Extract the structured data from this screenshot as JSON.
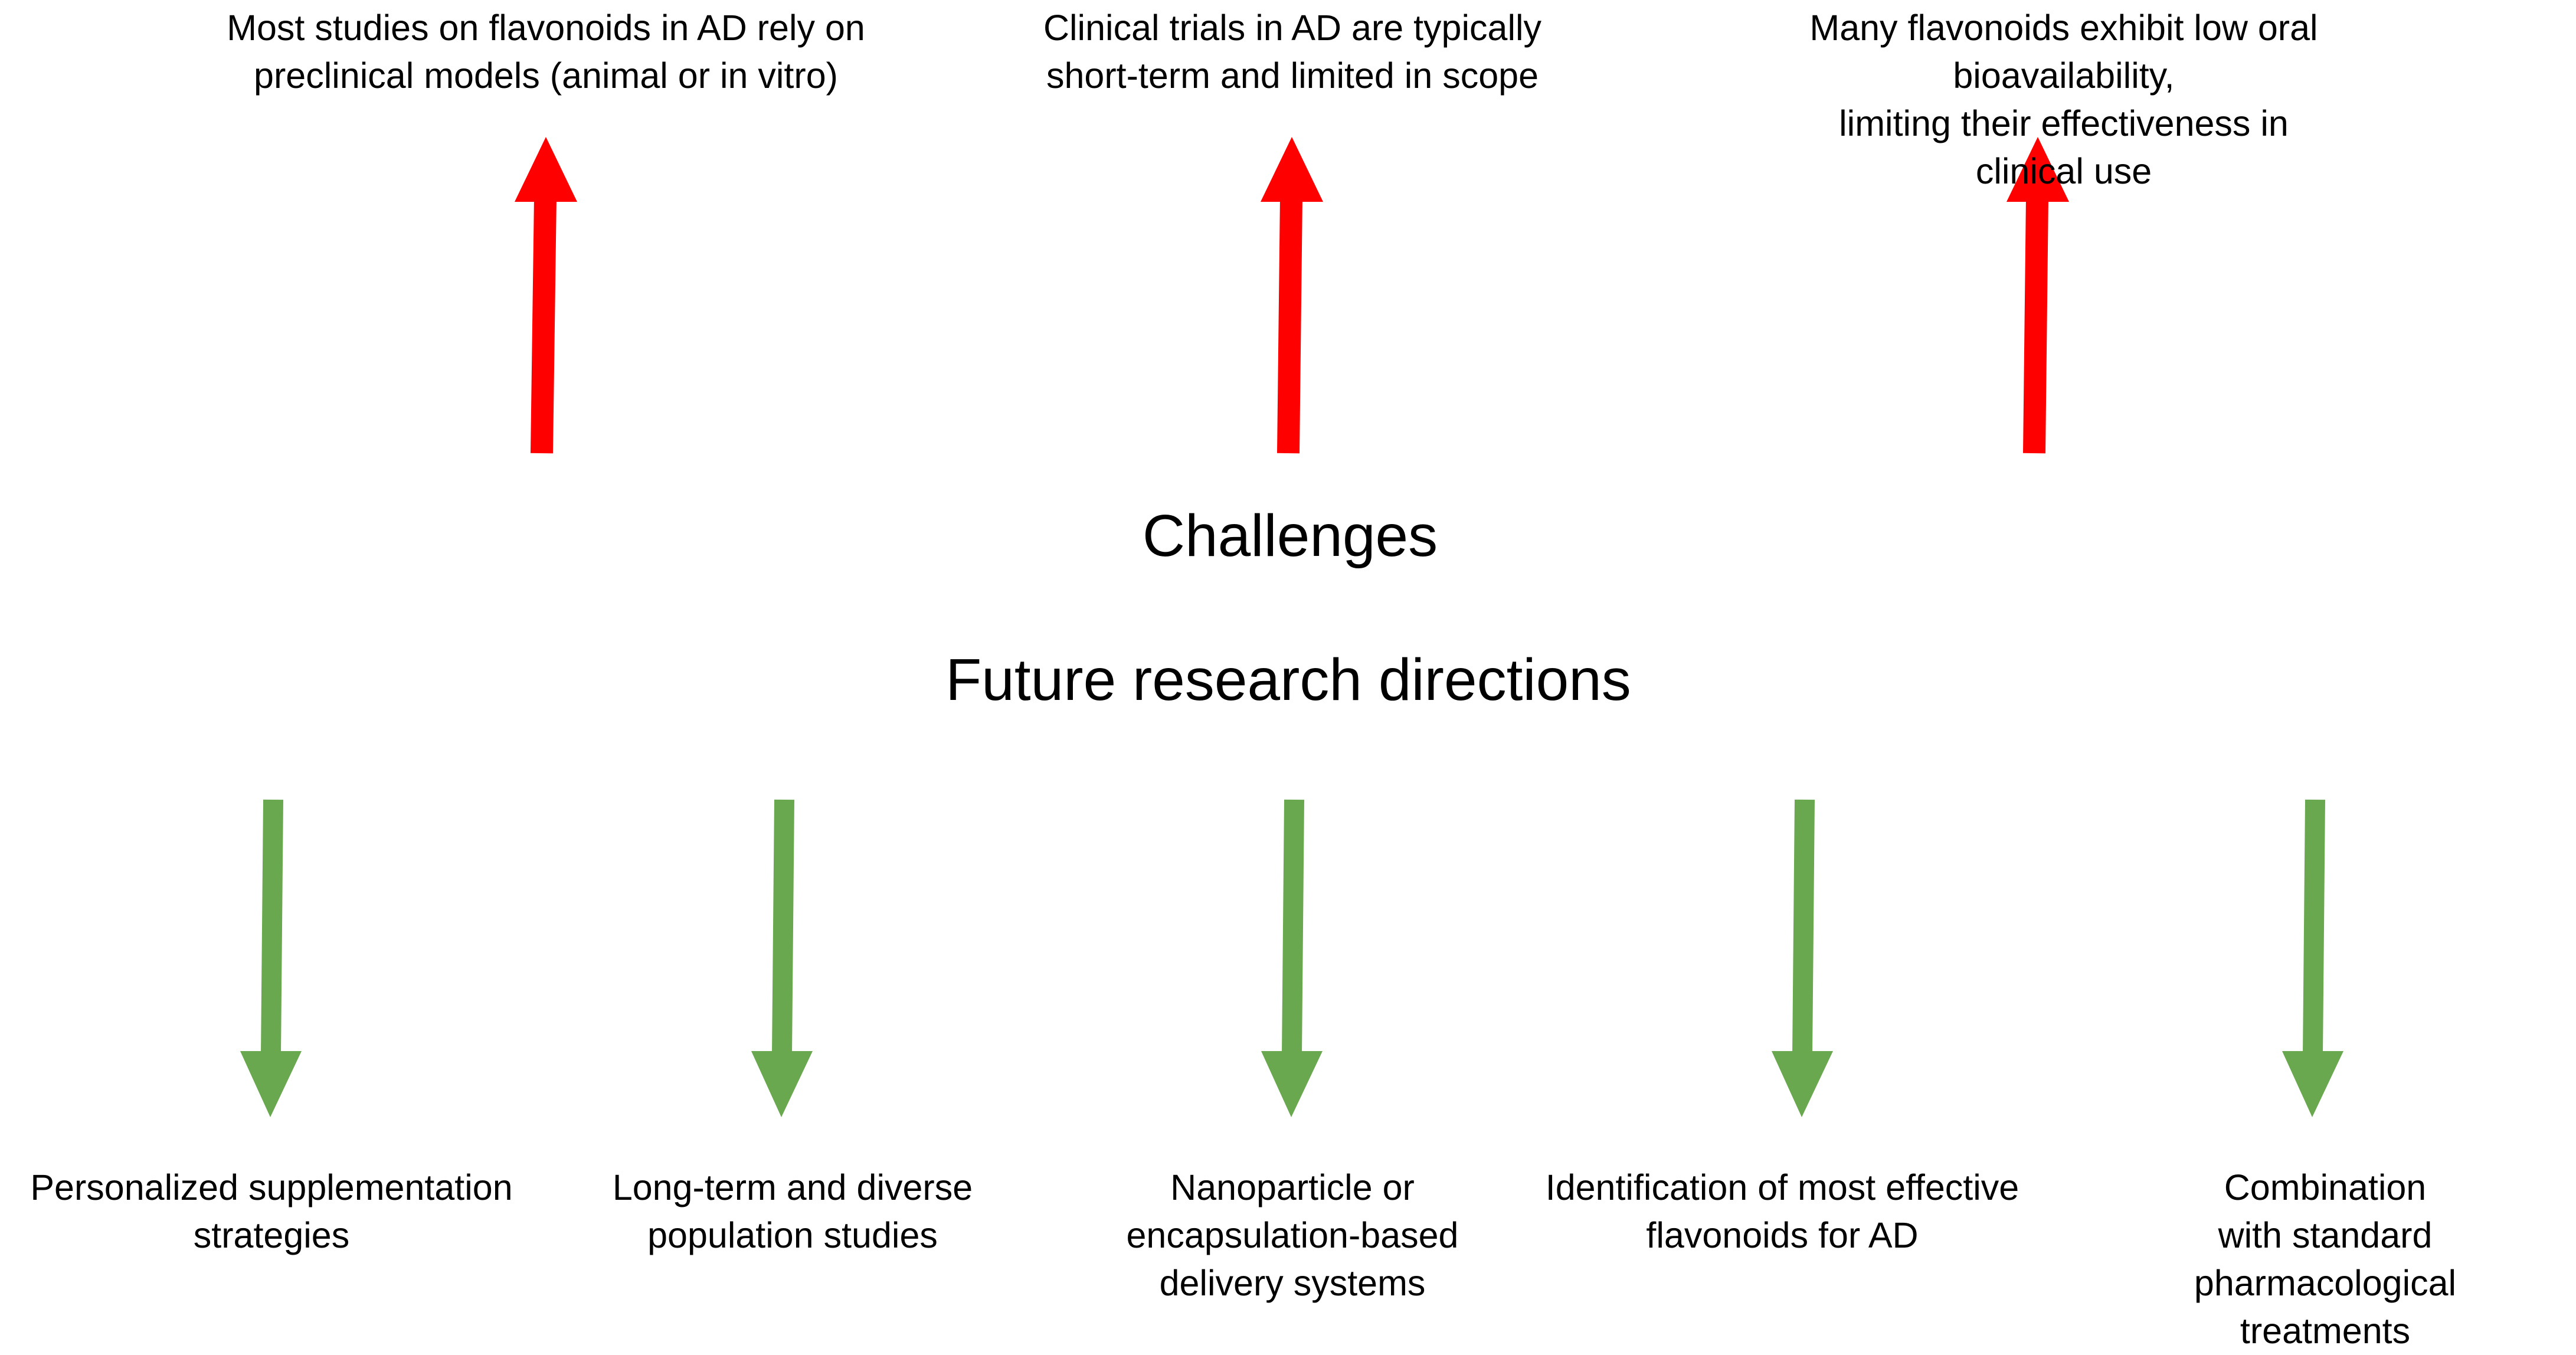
{
  "colors": {
    "challenge_arrow": "#ff0000",
    "direction_arrow": "#6aa84f",
    "text": "#000000",
    "background": "#ffffff"
  },
  "challenges": {
    "heading": "Challenges",
    "items": [
      {
        "text": "Most studies on flavonoids in AD rely on\npreclinical models (animal or in vitro)"
      },
      {
        "text": "Clinical trials in AD are typically\nshort-term and limited in scope"
      },
      {
        "text": "Many flavonoids exhibit low oral bioavailability,\nlimiting their effectiveness in clinical use"
      }
    ]
  },
  "directions": {
    "heading": "Future research directions",
    "items": [
      {
        "text": "Personalized supplementation\nstrategies"
      },
      {
        "text": "Long-term and diverse\npopulation studies"
      },
      {
        "text": "Nanoparticle or\nencapsulation-based\ndelivery systems"
      },
      {
        "text": "Identification of most effective\nflavonoids for AD"
      },
      {
        "text": "Combination with standard\npharmacological treatments"
      }
    ]
  }
}
